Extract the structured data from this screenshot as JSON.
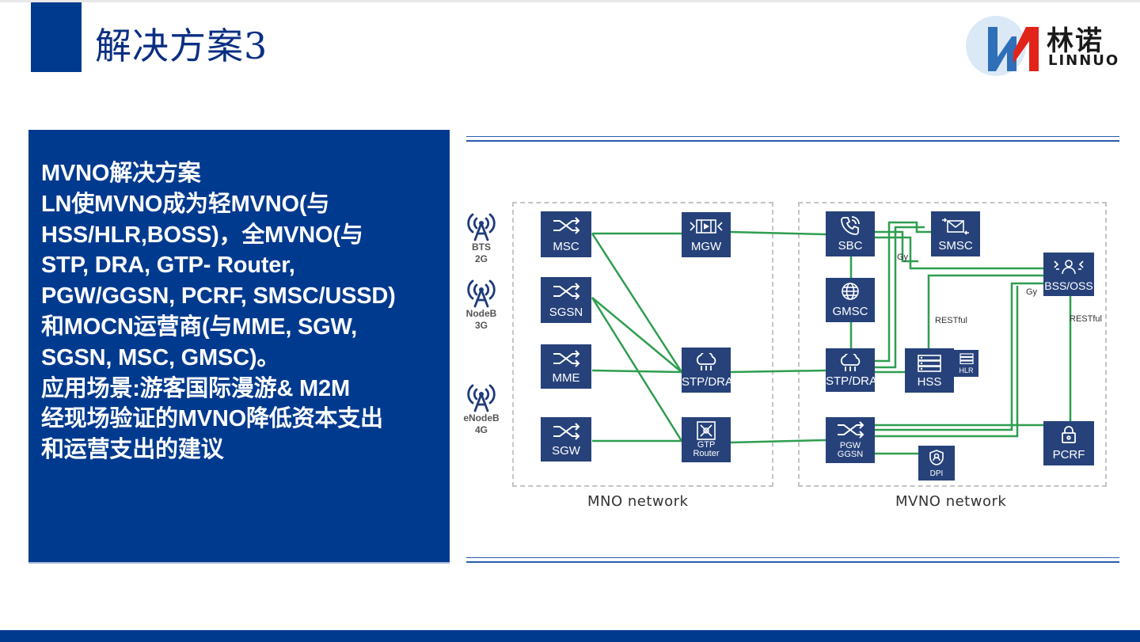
{
  "header": {
    "title": "解决方案3",
    "logo_cn": "林诺",
    "logo_en": "LINNUO"
  },
  "panel": {
    "lines": [
      "MVNO解决方案",
      "LN使MVNO成为轻MVNO(与",
      "HSS/HLR,BOSS)，全MVNO(与",
      "STP, DRA, GTP- Router,",
      "PGW/GGSN, PCRF, SMSC/USSD)",
      "和MOCN运营商(与MME, SGW,",
      "SGSN, MSC, GMSC)。",
      "应用场景:游客国际漫游& M2M",
      "经现场验证的MVNO降低资本支出",
      "和运营支出的建议"
    ]
  },
  "diagram": {
    "zones": {
      "mno": "MNO network",
      "mvno": "MVNO network"
    },
    "towers": {
      "bts": [
        "BTS",
        "2G"
      ],
      "nodeb": [
        "NodeB",
        "3G"
      ],
      "enodeb": [
        "eNodeB",
        "4G"
      ]
    },
    "nodes": {
      "msc": "MSC",
      "sgsn": "SGSN",
      "mme": "MME",
      "sgw": "SGW",
      "mgw": "MGW",
      "stp_mno": "STP/DRA",
      "gtp_line1": "GTP",
      "gtp_line2": "Router",
      "sbc": "SBC",
      "gmsc": "GMSC",
      "stp_mvno": "STP/DRA",
      "pgw_line1": "PGW",
      "pgw_line2": "GGSN",
      "smsc": "SMSC",
      "hss": "HSS",
      "hlr": "HLR",
      "dpi": "DPI",
      "bss": "BSS/OSS",
      "pcrf": "PCRF"
    },
    "edge_labels": {
      "gy1": "Gy",
      "gy2": "Gy",
      "rest1": "RESTful",
      "rest2": "RESTful"
    }
  },
  "colors": {
    "brand_blue": "#003a8f",
    "node_fill": "#27427a",
    "link_green": "#2e9e4f",
    "logo_red": "#e2231a"
  },
  "icons": [
    "antenna-tower-icon",
    "switch-arrows-icon",
    "media-gateway-icon",
    "cloud-router-icon",
    "gtp-crosshair-icon",
    "phone-icon",
    "globe-icon",
    "mail-icon",
    "server-stack-icon",
    "shield-icon",
    "users-icon",
    "lock-icon"
  ]
}
